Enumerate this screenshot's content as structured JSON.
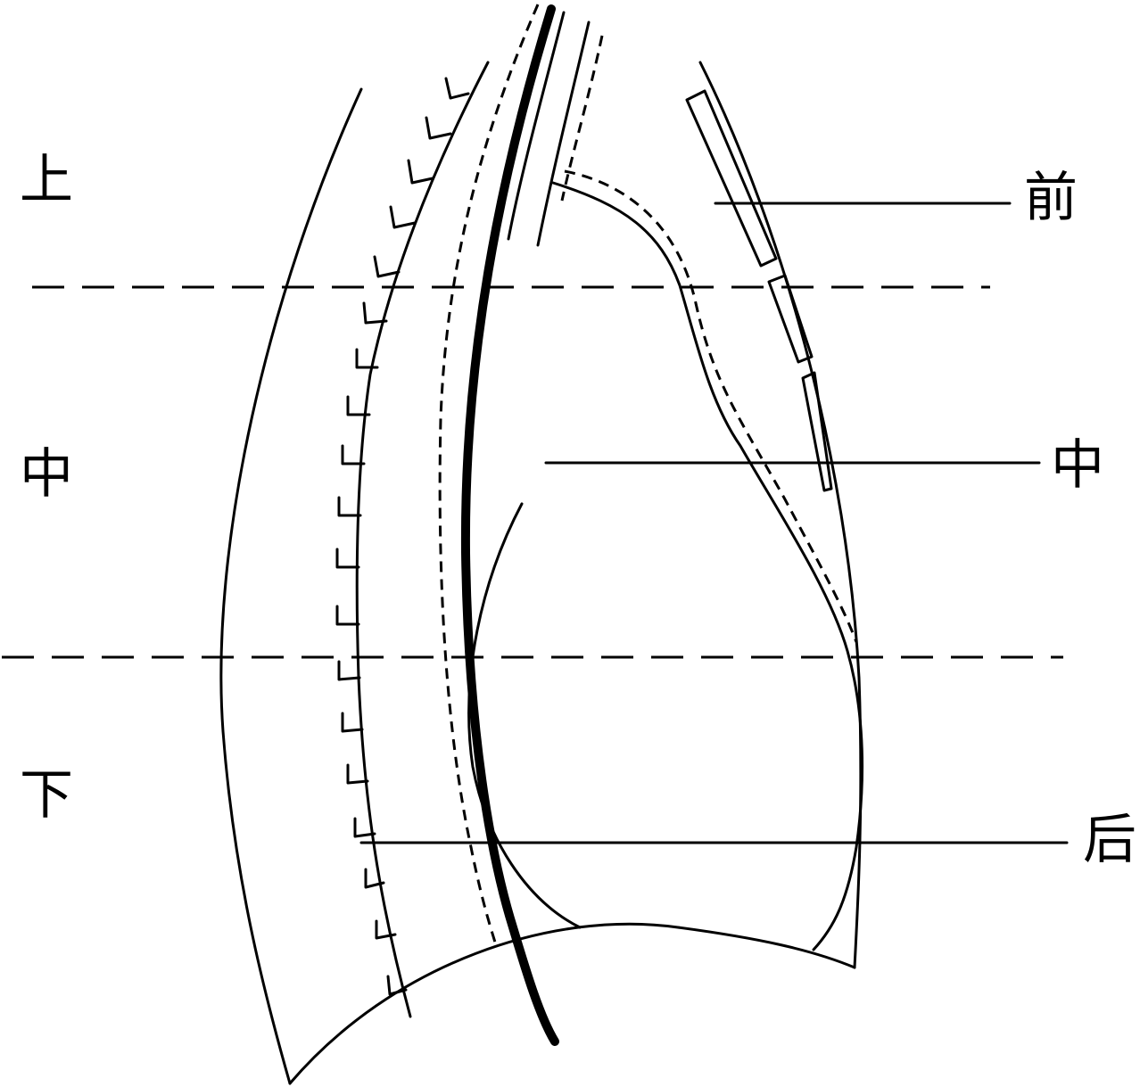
{
  "regions": {
    "upper": "上",
    "middle": "中",
    "lower": "下"
  },
  "compartments": {
    "anterior": "前",
    "middle": "中",
    "posterior": "后"
  }
}
